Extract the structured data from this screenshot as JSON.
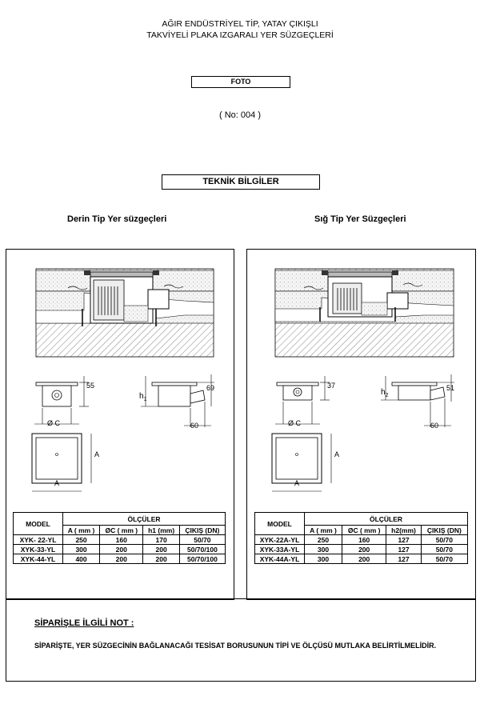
{
  "header": {
    "line1": "AĞIR ENDÜSTRİYEL TİP, YATAY ÇIKIŞLI",
    "line2": "TAKVİYELİ PLAKA IZGARALI YER SÜZGEÇLERİ",
    "photo_label": "FOTO",
    "number": "( No:  004 )",
    "tech_title": "TEKNİK BİLGİLER"
  },
  "deep": {
    "title": "Derin Tip Yer süzgeçleri",
    "dim_top": "55",
    "dim_side_top": "69",
    "h_label": "h",
    "h_sub": "1",
    "outlet": "60",
    "dia_label": "Ø C",
    "a_label": "A",
    "a_label_bottom": "A",
    "table": {
      "model_header": "MODEL",
      "group_header": "ÖLÇÜLER",
      "cols": [
        "A ( mm )",
        "ØC ( mm )",
        "h1 (mm)",
        "ÇIKIŞ (DN)"
      ],
      "rows": [
        [
          "XYK- 22-YL",
          "250",
          "160",
          "170",
          "50/70"
        ],
        [
          "XYK-33-YL",
          "300",
          "200",
          "200",
          "50/70/100"
        ],
        [
          "XYK-44-YL",
          "400",
          "200",
          "200",
          "50/70/100"
        ]
      ]
    }
  },
  "shallow": {
    "title": "Sığ Tip Yer Süzgeçleri",
    "dim_top": "37",
    "dim_side_top": "51",
    "h_label": "h",
    "h_sub": "2",
    "outlet": "60",
    "dia_label": "Ø C",
    "a_label": "A",
    "a_label_bottom": "A",
    "table": {
      "model_header": "MODEL",
      "group_header": "ÖLÇÜLER",
      "cols": [
        "A ( mm )",
        "ØC ( mm )",
        "h2(mm)",
        "ÇIKIŞ (DN)"
      ],
      "rows": [
        [
          "XYK-22A-YL",
          "250",
          "160",
          "127",
          "50/70"
        ],
        [
          "XYK-33A-YL",
          "300",
          "200",
          "127",
          "50/70"
        ],
        [
          "XYK-44A-YL",
          "300",
          "200",
          "127",
          "50/70"
        ]
      ]
    }
  },
  "note": {
    "title": "SİPARİŞLE İLGİLİ NOT :",
    "text": "SİPARİŞTE, YER SÜZGECİNİN BAĞLANACAĞI TESİSAT BORUSUNUN TİPİ VE ÖLÇÜSÜ MUTLAKA BELİRTİLMELİDİR."
  }
}
